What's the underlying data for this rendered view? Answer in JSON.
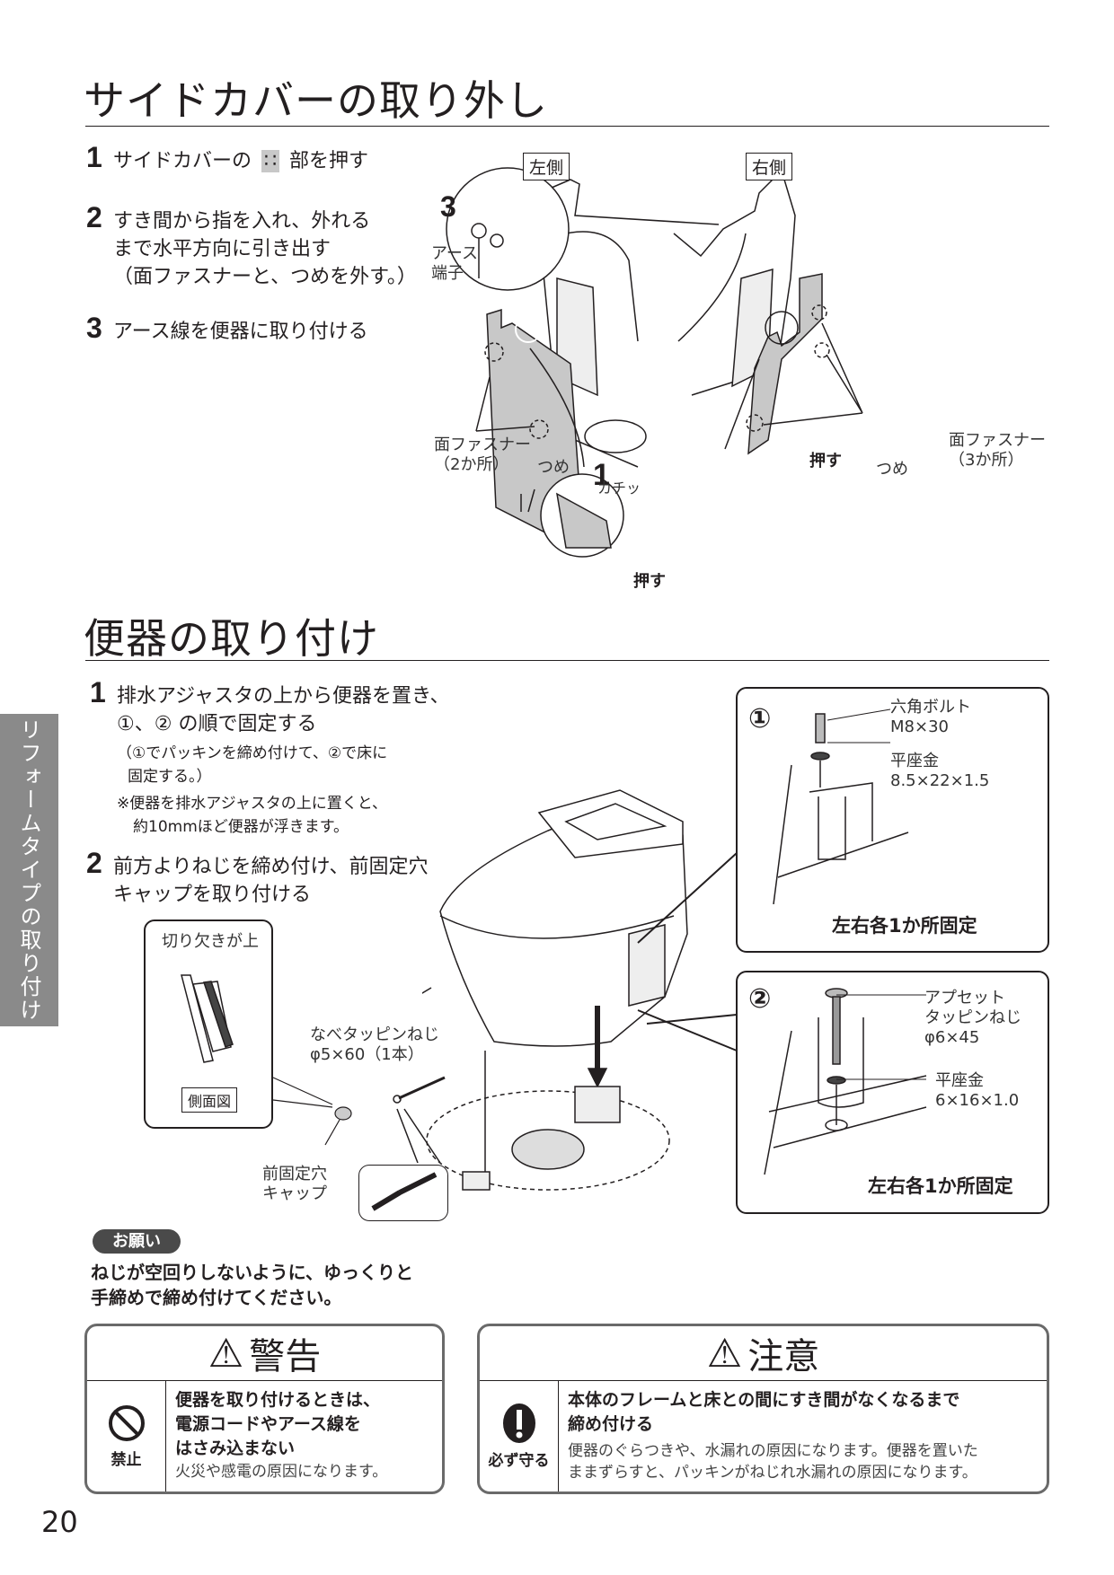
{
  "section1": {
    "title": "サイドカバーの取り外し",
    "steps": [
      {
        "num": "1",
        "text_before": "サイドカバーの",
        "marker": "∷",
        "text_after": "部を押す"
      },
      {
        "num": "2",
        "lines": [
          "すき間から指を入れ、外れる",
          "まで水平方向に引き出す",
          "（面ファスナーと、つめを外す。）"
        ]
      },
      {
        "num": "3",
        "text": "アース線を便器に取り付ける"
      }
    ],
    "figure": {
      "left_label": "左側",
      "right_label": "右側",
      "callout3_num": "3",
      "earth_terminal": [
        "アース",
        "端子"
      ],
      "left_fastener": [
        "面ファスナー",
        "（2か所）"
      ],
      "left_claw": "つめ",
      "callout1_num": "1",
      "click_sound": "カチッ",
      "push_bottom": "押す",
      "push_right": "押す",
      "right_claw": "つめ",
      "right_fastener": [
        "面ファスナー",
        "（3か所）"
      ]
    }
  },
  "side_tab": "リフォームタイプの取り付け",
  "section2": {
    "title": "便器の取り付け",
    "step1": {
      "num": "1",
      "lines": [
        "排水アジャスタの上から便器を置き、",
        "①、② の順で固定する"
      ],
      "note": [
        "（①でパッキンを締め付けて、②で床に",
        "固定する。）"
      ],
      "remark": [
        "※便器を排水アジャスタの上に置くと、",
        "約10mmほど便器が浮きます。"
      ]
    },
    "step2": {
      "num": "2",
      "lines": [
        "前方よりねじを締め付け、前固定穴",
        "キャップを取り付ける"
      ]
    },
    "sideview": {
      "caption": "切り欠きが上",
      "label": "側面図"
    },
    "screw_label": [
      "なべタッピンねじ",
      "φ5×60（1本）"
    ],
    "cap_label": [
      "前固定穴",
      "キャップ"
    ],
    "detail1": {
      "num": "①",
      "bolt": [
        "六角ボルト",
        "M8×30"
      ],
      "washer": [
        "平座金",
        "8.5×22×1.5"
      ],
      "footer": "左右各1か所固定"
    },
    "detail2": {
      "num": "②",
      "screw": [
        "アプセット",
        "タッピンねじ",
        "φ6×45"
      ],
      "washer": [
        "平座金",
        "6×16×1.0"
      ],
      "footer": "左右各1か所固定"
    },
    "request": {
      "badge": "お願い",
      "lines": [
        "ねじが空回りしないように、ゆっくりと",
        "手締めで締め付けてください。"
      ]
    }
  },
  "warning": {
    "title": "警告",
    "icon_label": "禁止",
    "main": [
      "便器を取り付けるときは、",
      "電源コードやアース線を",
      "はさみ込まない"
    ],
    "sub": [
      "火災や感電の原因になります。"
    ]
  },
  "caution": {
    "title": "注意",
    "icon_label": "必ず守る",
    "main": [
      "本体のフレームと床との間にすき間がなくなるまで",
      "締め付ける"
    ],
    "sub": [
      "便器のぐらつきや、水漏れの原因になります。便器を置いた",
      "ままずらすと、パッキンがねじれ水漏れの原因になります。"
    ]
  },
  "page_number": "20",
  "colors": {
    "text": "#231f20",
    "panel_fill": "#c8c8c8",
    "side_tab": "#8a8a8a",
    "pill": "#4a4a4a"
  }
}
